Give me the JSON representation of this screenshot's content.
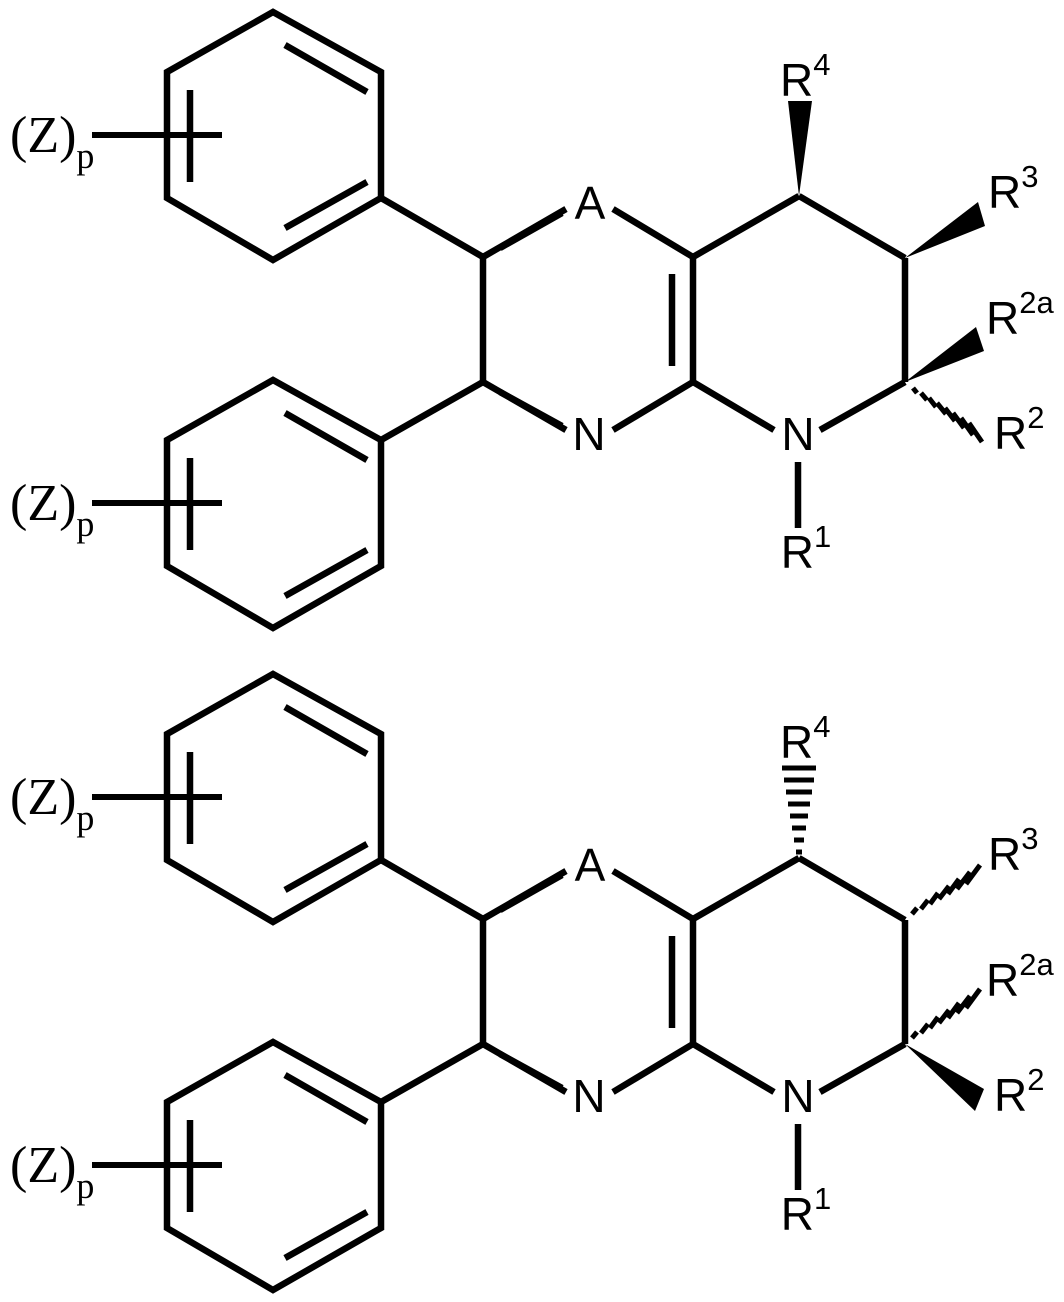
{
  "document": {
    "type": "chemical-structure-diagram",
    "description": "Two stereoisomeric Markush chemical structures (enantiomers) of a substituted pyrido-fused pyrazine / heterocyclic scaffold",
    "structure_count": 2
  },
  "structures": [
    {
      "id": "structure-top",
      "name": "top-stereoisomer",
      "labels": {
        "ring_heteroatom_A": "A",
        "pyrazine_nitrogen": "N",
        "piperidine_nitrogen": "N",
        "substituent_r1": "R1",
        "substituent_r2": "R2",
        "substituent_r2a": "R2a",
        "substituent_r3": "R3",
        "substituent_r4": "R4",
        "aryl_substituent_upper": "(Z)p",
        "aryl_substituent_lower": "(Z)p"
      },
      "r_groups": [
        {
          "base": "R",
          "sup": "1",
          "stereo": "plain"
        },
        {
          "base": "R",
          "sup": "2",
          "stereo": "hashed"
        },
        {
          "base": "R",
          "sup": "2a",
          "stereo": "wedge"
        },
        {
          "base": "R",
          "sup": "3",
          "stereo": "wedge"
        },
        {
          "base": "R",
          "sup": "4",
          "stereo": "wedge"
        }
      ],
      "z_groups": [
        {
          "base": "(Z)",
          "sub": "p"
        },
        {
          "base": "(Z)",
          "sub": "p"
        }
      ]
    },
    {
      "id": "structure-bottom",
      "name": "bottom-stereoisomer",
      "labels": {
        "ring_heteroatom_A": "A",
        "pyrazine_nitrogen": "N",
        "piperidine_nitrogen": "N",
        "substituent_r1": "R1",
        "substituent_r2": "R2",
        "substituent_r2a": "R2a",
        "substituent_r3": "R3",
        "substituent_r4": "R4",
        "aryl_substituent_upper": "(Z)p",
        "aryl_substituent_lower": "(Z)p"
      },
      "r_groups": [
        {
          "base": "R",
          "sup": "1",
          "stereo": "plain"
        },
        {
          "base": "R",
          "sup": "2",
          "stereo": "wedge"
        },
        {
          "base": "R",
          "sup": "2a",
          "stereo": "hashed"
        },
        {
          "base": "R",
          "sup": "3",
          "stereo": "hashed"
        },
        {
          "base": "R",
          "sup": "4",
          "stereo": "hashed"
        }
      ],
      "z_groups": [
        {
          "base": "(Z)",
          "sub": "p"
        },
        {
          "base": "(Z)",
          "sub": "p"
        }
      ]
    }
  ],
  "colors": {
    "line": "#000000",
    "background": "#ffffff",
    "text": "#000000"
  }
}
